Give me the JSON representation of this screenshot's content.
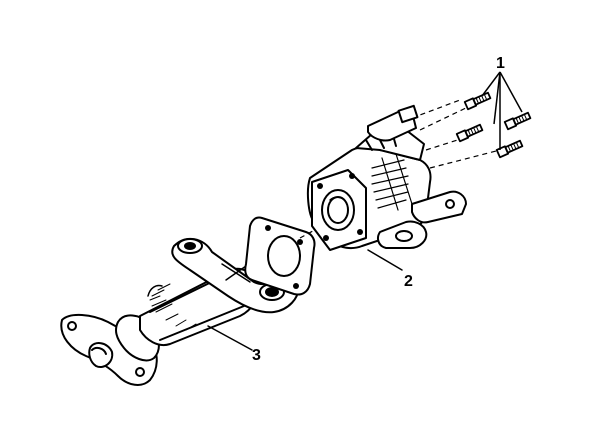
{
  "callouts": [
    {
      "id": "1"
    },
    {
      "id": "2"
    },
    {
      "id": "3"
    }
  ]
}
